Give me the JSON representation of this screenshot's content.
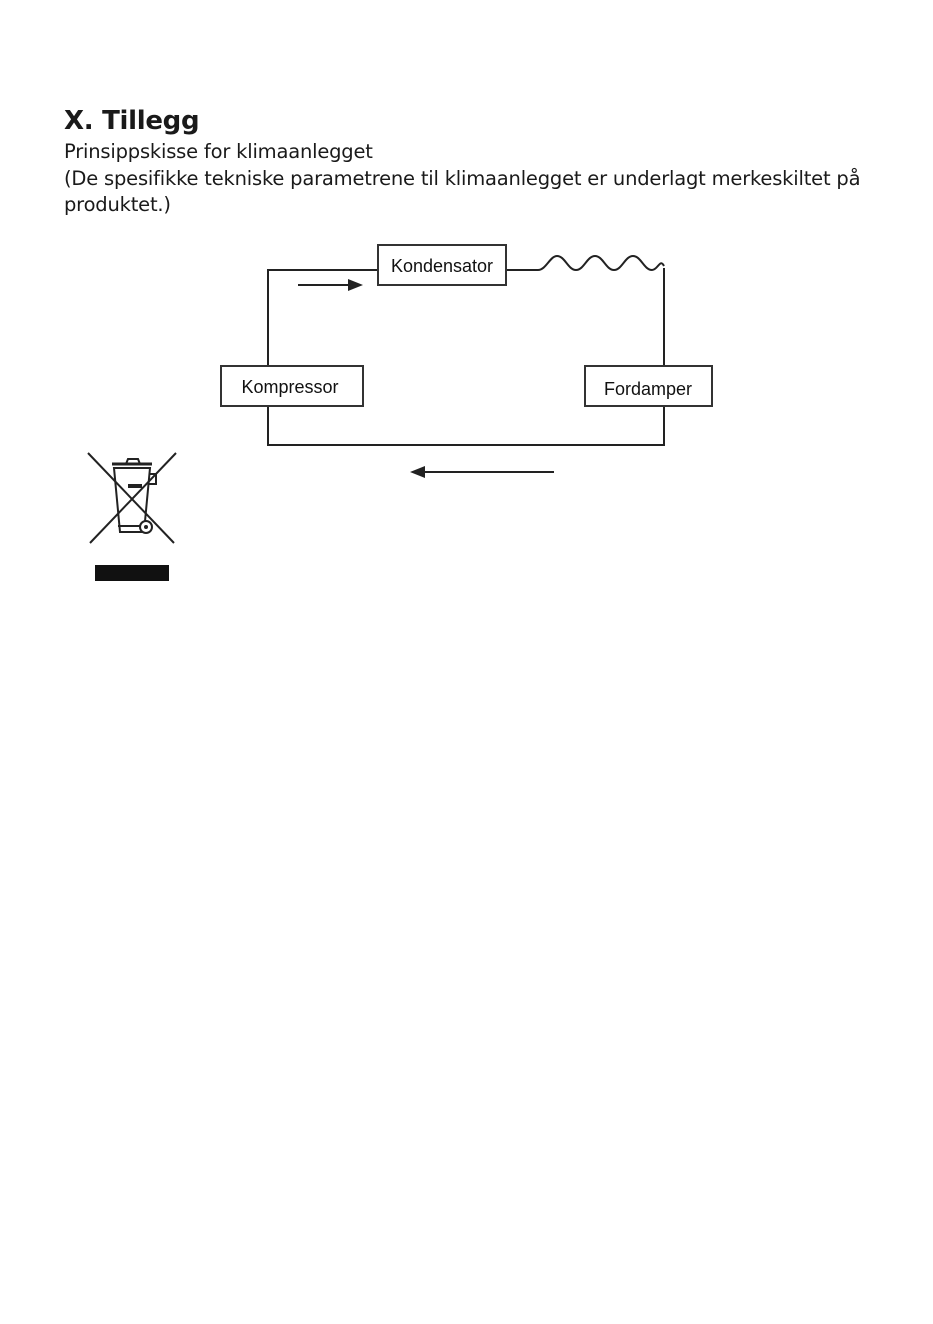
{
  "section": {
    "heading": "X. Tillegg",
    "subtitle": "Prinsippskisse for klimaanlegget",
    "note": "(De spesifikke tekniske parametrene til klimaanlegget er underlagt merkeskiltet på produktet.)"
  },
  "diagram": {
    "components": {
      "condenser": "Kondensator",
      "compressor": "Kompressor",
      "evaporator": "Fordamper"
    }
  },
  "icons": {
    "weee": "crossed-out-wheelie-bin-icon"
  }
}
